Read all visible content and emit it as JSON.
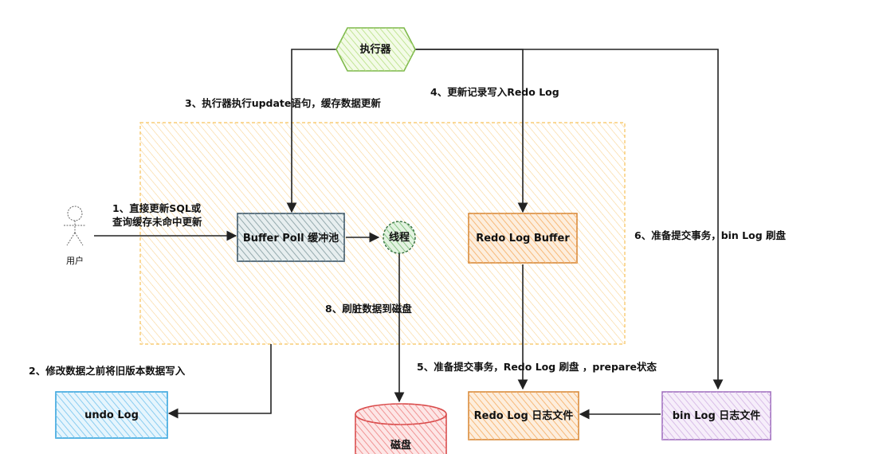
{
  "nodes": {
    "executor": "执行器",
    "user": "用户",
    "buffer_pool": "Buffer Poll 缓冲池",
    "thread": "线程",
    "redo_log_buffer": "Redo Log Buffer",
    "undo_log": "undo Log",
    "disk": "磁盘",
    "redo_log_file": "Redo Log 日志文件",
    "bin_log_file": "bin Log 日志文件"
  },
  "steps": {
    "s1_line1": "1、直接更新SQL或",
    "s1_line2": "查询缓存未命中更新",
    "s2": "2、修改数据之前将旧版本数据写入",
    "s3": "3、执行器执行update语句，缓存数据更新",
    "s4": "4、更新记录写入Redo Log",
    "s5": "5、准备提交事务，Redo Log 刷盘 ，prepare状态",
    "s6": "6、准备提交事务，bin Log 刷盘",
    "s8": "8、刷脏数据到磁盘"
  },
  "colors": {
    "memory_region": "#f8b73c",
    "executor_fill": "#d9f0b4",
    "executor_stroke": "#7db84a",
    "buffer_pool_fill": "#9fb3b6",
    "buffer_pool_stroke": "#3d5667",
    "thread_fill": "#9fcf9a",
    "thread_stroke": "#2f6b3a",
    "redo_fill": "#f9c48b",
    "redo_stroke": "#d98b3b",
    "undo_fill": "#a9dcf5",
    "undo_stroke": "#35a3dd",
    "disk_fill": "#f5a8a8",
    "disk_stroke": "#d94b4b",
    "binlog_fill": "#e5d2ee",
    "binlog_stroke": "#a271c0"
  }
}
